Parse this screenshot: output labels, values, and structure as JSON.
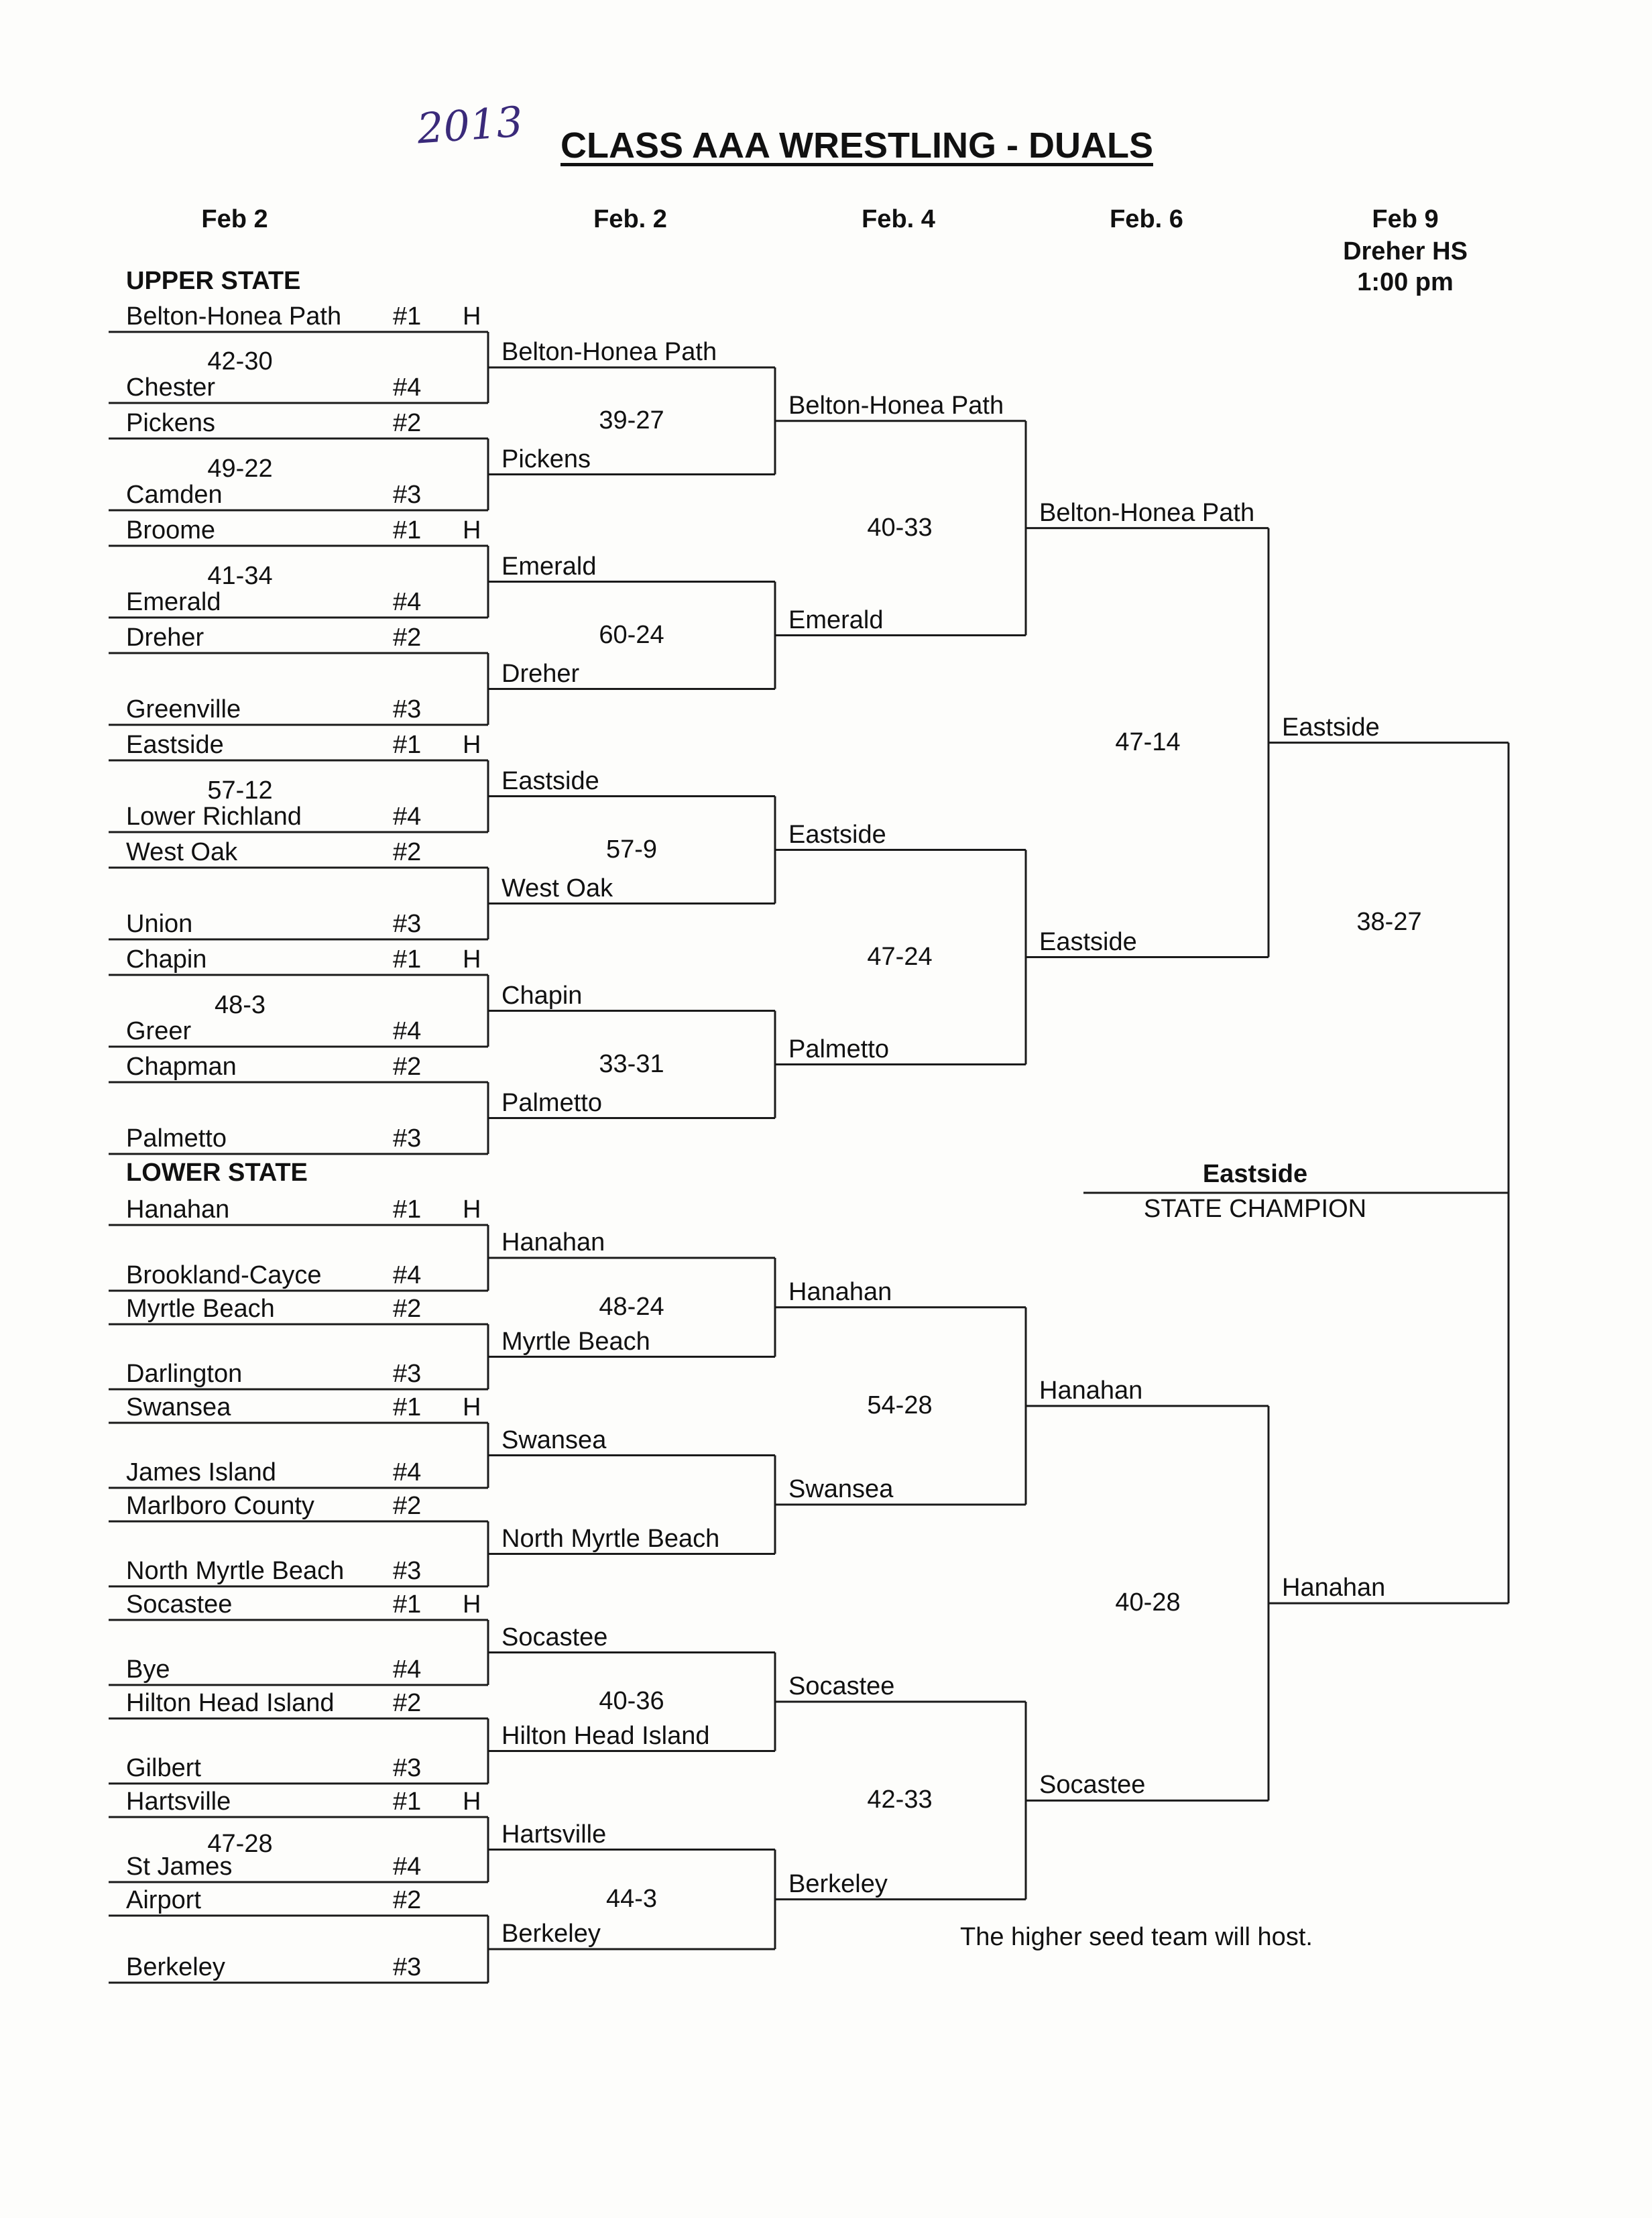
{
  "year_note": "2013",
  "title": "CLASS AAA WRESTLING - DUALS",
  "headers": {
    "round1": "Feb 2",
    "round2": "Feb. 2",
    "round3": "Feb. 4",
    "round4": "Feb. 6",
    "final": "Feb 9",
    "final_venue": "Dreher HS",
    "final_time": "1:00 pm"
  },
  "sections": {
    "upper": "UPPER STATE",
    "lower": "LOWER STATE"
  },
  "host_mark": "H",
  "first_round": [
    {
      "top": {
        "team": "Belton-Honea Path",
        "seed": "#1",
        "host": true
      },
      "bottom": {
        "team": "Chester",
        "seed": "#4"
      },
      "score": "42-30"
    },
    {
      "top": {
        "team": "Pickens",
        "seed": "#2"
      },
      "bottom": {
        "team": "Camden",
        "seed": "#3"
      },
      "score": "49-22"
    },
    {
      "top": {
        "team": "Broome",
        "seed": "#1",
        "host": true
      },
      "bottom": {
        "team": "Emerald",
        "seed": "#4"
      },
      "score": "41-34"
    },
    {
      "top": {
        "team": "Dreher",
        "seed": "#2"
      },
      "bottom": {
        "team": "Greenville",
        "seed": "#3"
      },
      "score": ""
    },
    {
      "top": {
        "team": "Eastside",
        "seed": "#1",
        "host": true
      },
      "bottom": {
        "team": "Lower Richland",
        "seed": "#4"
      },
      "score": "57-12"
    },
    {
      "top": {
        "team": "West Oak",
        "seed": "#2"
      },
      "bottom": {
        "team": "Union",
        "seed": "#3"
      },
      "score": ""
    },
    {
      "top": {
        "team": "Chapin",
        "seed": "#1",
        "host": true
      },
      "bottom": {
        "team": "Greer",
        "seed": "#4"
      },
      "score": "48-3"
    },
    {
      "top": {
        "team": "Chapman",
        "seed": "#2"
      },
      "bottom": {
        "team": "Palmetto",
        "seed": "#3"
      },
      "score": ""
    },
    {
      "top": {
        "team": "Hanahan",
        "seed": "#1",
        "host": true
      },
      "bottom": {
        "team": "Brookland-Cayce",
        "seed": "#4"
      },
      "score": ""
    },
    {
      "top": {
        "team": "Myrtle Beach",
        "seed": "#2"
      },
      "bottom": {
        "team": "Darlington",
        "seed": "#3"
      },
      "score": ""
    },
    {
      "top": {
        "team": "Swansea",
        "seed": "#1",
        "host": true
      },
      "bottom": {
        "team": "James Island",
        "seed": "#4"
      },
      "score": ""
    },
    {
      "top": {
        "team": "Marlboro County",
        "seed": "#2"
      },
      "bottom": {
        "team": "North Myrtle Beach",
        "seed": "#3"
      },
      "score": ""
    },
    {
      "top": {
        "team": "Socastee",
        "seed": "#1",
        "host": true
      },
      "bottom": {
        "team": "Bye",
        "seed": "#4"
      },
      "score": ""
    },
    {
      "top": {
        "team": "Hilton Head Island",
        "seed": "#2"
      },
      "bottom": {
        "team": "Gilbert",
        "seed": "#3"
      },
      "score": ""
    },
    {
      "top": {
        "team": "Hartsville",
        "seed": "#1",
        "host": true
      },
      "bottom": {
        "team": "St James",
        "seed": "#4"
      },
      "score": "47-28"
    },
    {
      "top": {
        "team": "Airport",
        "seed": "#2"
      },
      "bottom": {
        "team": "Berkeley",
        "seed": "#3"
      },
      "score": ""
    }
  ],
  "second_round": [
    {
      "top": "Belton-Honea Path",
      "bottom": "Pickens",
      "score": "39-27"
    },
    {
      "top": "Emerald",
      "bottom": "Dreher",
      "score": "60-24"
    },
    {
      "top": "Eastside",
      "bottom": "West Oak",
      "score": "57-9"
    },
    {
      "top": "Chapin",
      "bottom": "Palmetto",
      "score": "33-31"
    },
    {
      "top": "Hanahan",
      "bottom": "Myrtle Beach",
      "score": "48-24"
    },
    {
      "top": "Swansea",
      "bottom": "North Myrtle Beach",
      "score": ""
    },
    {
      "top": "Socastee",
      "bottom": "Hilton Head Island",
      "score": "40-36"
    },
    {
      "top": "Hartsville",
      "bottom": "Berkeley",
      "score": "44-3"
    }
  ],
  "third_round": [
    {
      "top": "Belton-Honea Path",
      "bottom": "Emerald",
      "score": "40-33"
    },
    {
      "top": "Eastside",
      "bottom": "Palmetto",
      "score": "47-24"
    },
    {
      "top": "Hanahan",
      "bottom": "Swansea",
      "score": "54-28"
    },
    {
      "top": "Socastee",
      "bottom": "Berkeley",
      "score": "42-33"
    }
  ],
  "fourth_round": [
    {
      "top": "Belton-Honea Path",
      "bottom": "Eastside",
      "score": "47-14"
    },
    {
      "top": "Hanahan",
      "bottom": "Socastee",
      "score": "40-28"
    }
  ],
  "final": {
    "top": "Eastside",
    "bottom": "Hanahan",
    "score": "38-27"
  },
  "champion": {
    "team": "Eastside",
    "label": "STATE CHAMPION"
  },
  "footnote": "The higher seed team will host."
}
